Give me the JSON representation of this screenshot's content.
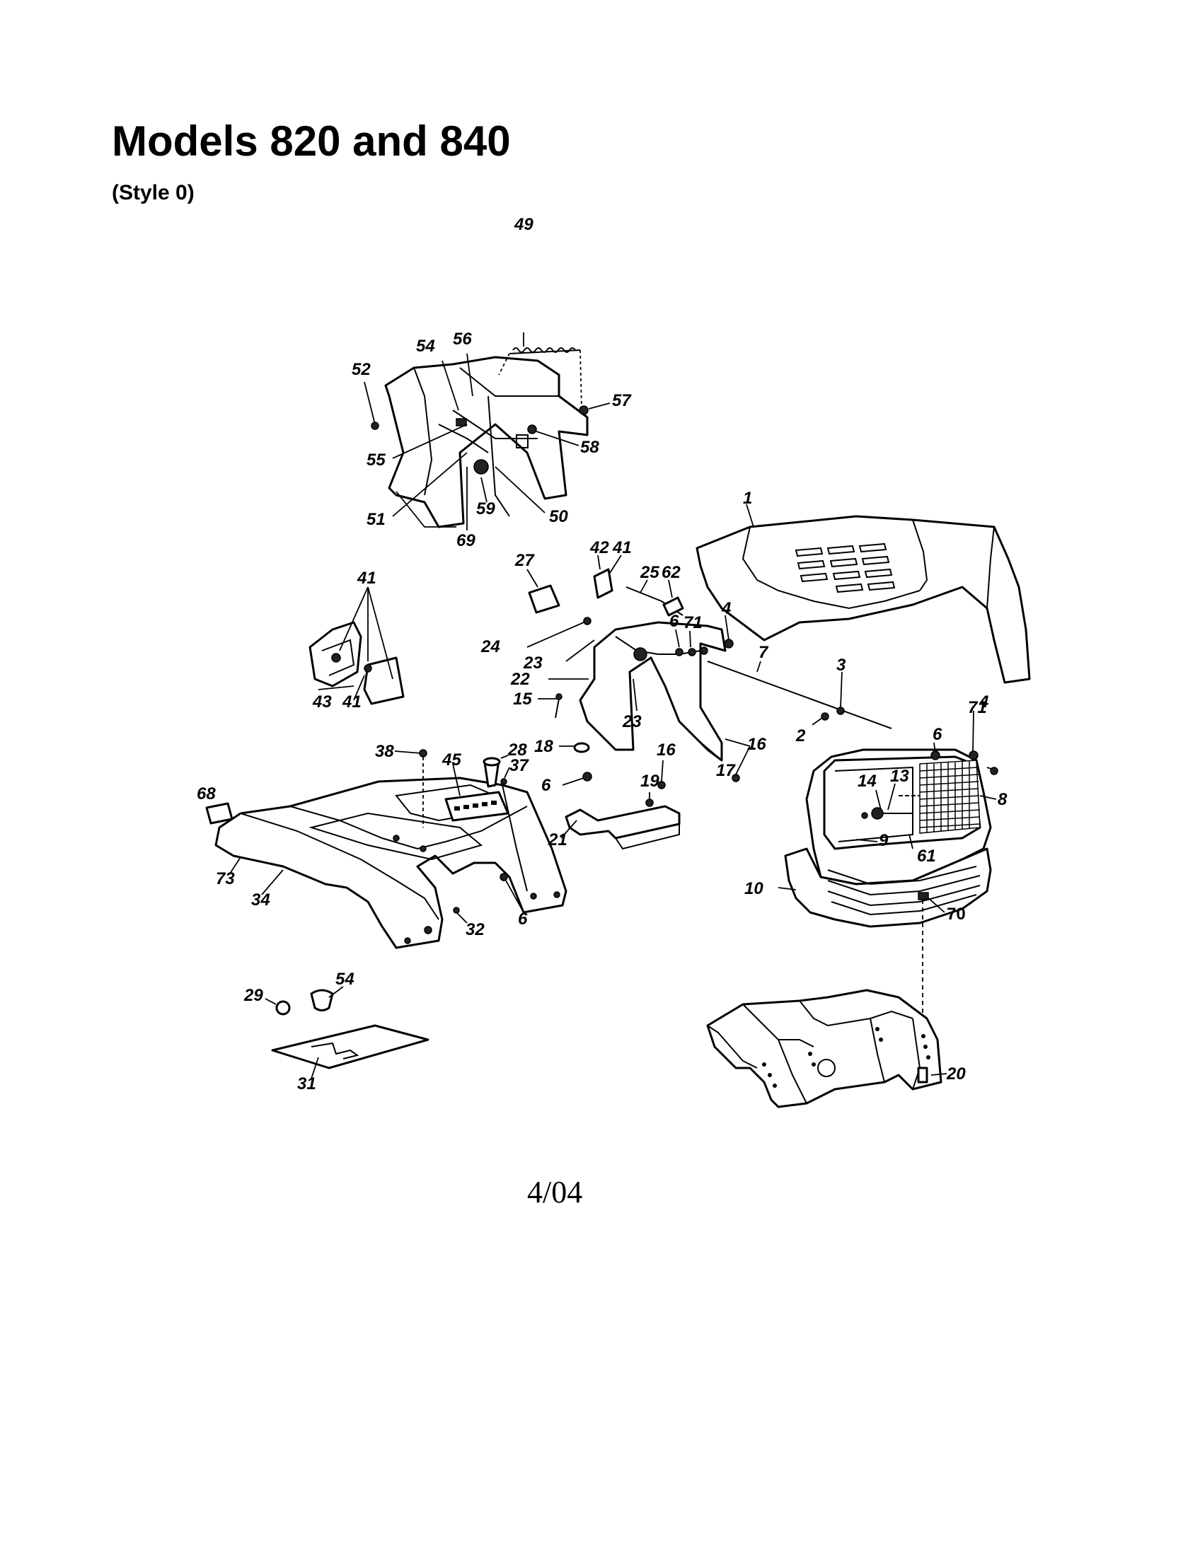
{
  "page": {
    "title": "Models 820 and 840",
    "subtitle": "(Style 0)",
    "footer": "4/04"
  },
  "callouts": [
    "1",
    "2",
    "3",
    "4",
    "6",
    "7",
    "8",
    "9",
    "10",
    "13",
    "14",
    "15",
    "16",
    "17",
    "18",
    "19",
    "20",
    "21",
    "22",
    "23",
    "24",
    "25",
    "27",
    "28",
    "29",
    "31",
    "32",
    "34",
    "37",
    "38",
    "41",
    "42",
    "43",
    "45",
    "49",
    "50",
    "51",
    "52",
    "54",
    "55",
    "56",
    "57",
    "58",
    "59",
    "61",
    "62",
    "68",
    "69",
    "70",
    "71",
    "73"
  ],
  "groups": {
    "dash_panel": "dash-panel-assembly",
    "hood": "hood-assembly",
    "grille": "grille-assembly",
    "fender": "fender-assembly",
    "frame": "frame-front",
    "bracket": "hood-bracket-assembly"
  }
}
